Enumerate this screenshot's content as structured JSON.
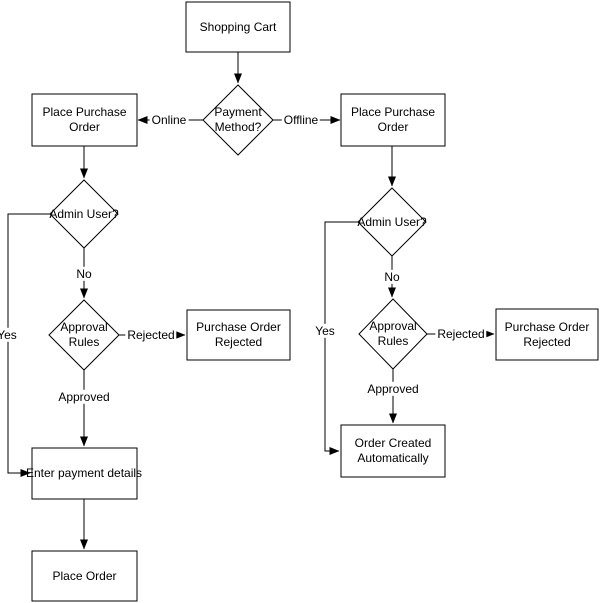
{
  "diagram": {
    "type": "flowchart",
    "colors": {
      "stroke": "#000000",
      "node_fill": "#ffffff",
      "background": "#ffffff"
    },
    "nodes": {
      "shopping_cart": {
        "label": "Shopping Cart",
        "shape": "process"
      },
      "payment_method": {
        "label": "Payment Method?",
        "shape": "decision"
      },
      "place_po_left": {
        "label": "Place Purchase Order",
        "shape": "process"
      },
      "place_po_right": {
        "label": "Place Purchase Order",
        "shape": "process"
      },
      "admin_user_left": {
        "label": "Admin User?",
        "shape": "decision"
      },
      "admin_user_right": {
        "label": "Admin User?",
        "shape": "decision"
      },
      "approval_rules_left": {
        "label": "Approval Rules",
        "shape": "decision"
      },
      "approval_rules_right": {
        "label": "Approval Rules",
        "shape": "decision"
      },
      "po_rejected_left": {
        "label": "Purchase Order Rejected",
        "shape": "process"
      },
      "po_rejected_right": {
        "label": "Purchase Order Rejected",
        "shape": "process"
      },
      "enter_payment_details": {
        "label": "Enter payment details",
        "shape": "process"
      },
      "place_order": {
        "label": "Place Order",
        "shape": "process"
      },
      "order_created": {
        "label": "Order Created Automatically",
        "shape": "process"
      }
    },
    "edge_labels": {
      "online": "Online",
      "offline": "Offline",
      "no_left": "No",
      "no_right": "No",
      "yes_left": "Yes",
      "yes_right": "Yes",
      "rejected_left": "Rejected",
      "rejected_right": "Rejected",
      "approved_left": "Approved",
      "approved_right": "Approved"
    }
  }
}
